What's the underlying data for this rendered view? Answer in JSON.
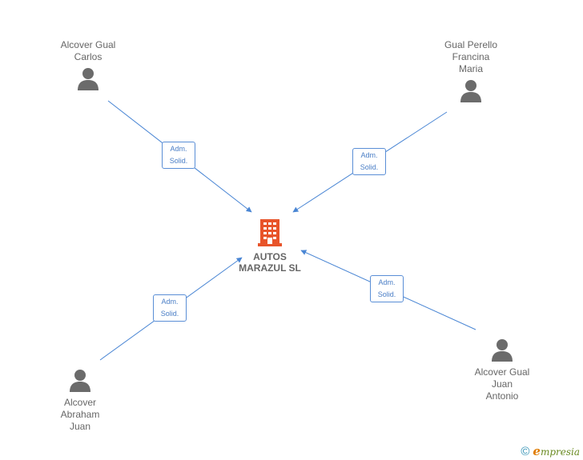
{
  "colors": {
    "edge": "#4a86d4",
    "person": "#6b6b6b",
    "company": "#e8542a",
    "text": "#666666"
  },
  "company": {
    "name": "AUTOS\nMARAZUL SL",
    "icon": "building-icon"
  },
  "people": [
    {
      "id": "p1",
      "name": "Alcover Gual\nCarlos",
      "icon": "person-icon"
    },
    {
      "id": "p2",
      "name": "Gual Perello\nFrancina\nMaria",
      "icon": "person-icon"
    },
    {
      "id": "p3",
      "name": "Alcover\nAbraham\nJuan",
      "icon": "person-icon"
    },
    {
      "id": "p4",
      "name": "Alcover Gual\nJuan\nAntonio",
      "icon": "person-icon"
    }
  ],
  "relations": [
    {
      "from": "p1",
      "role": "Adm.\nSolid."
    },
    {
      "from": "p2",
      "role": "Adm.\nSolid."
    },
    {
      "from": "p3",
      "role": "Adm.\nSolid."
    },
    {
      "from": "p4",
      "role": "Adm.\nSolid."
    }
  ],
  "footer": {
    "copyright": "©",
    "brand_initial": "e",
    "brand_rest": "mpresia"
  }
}
